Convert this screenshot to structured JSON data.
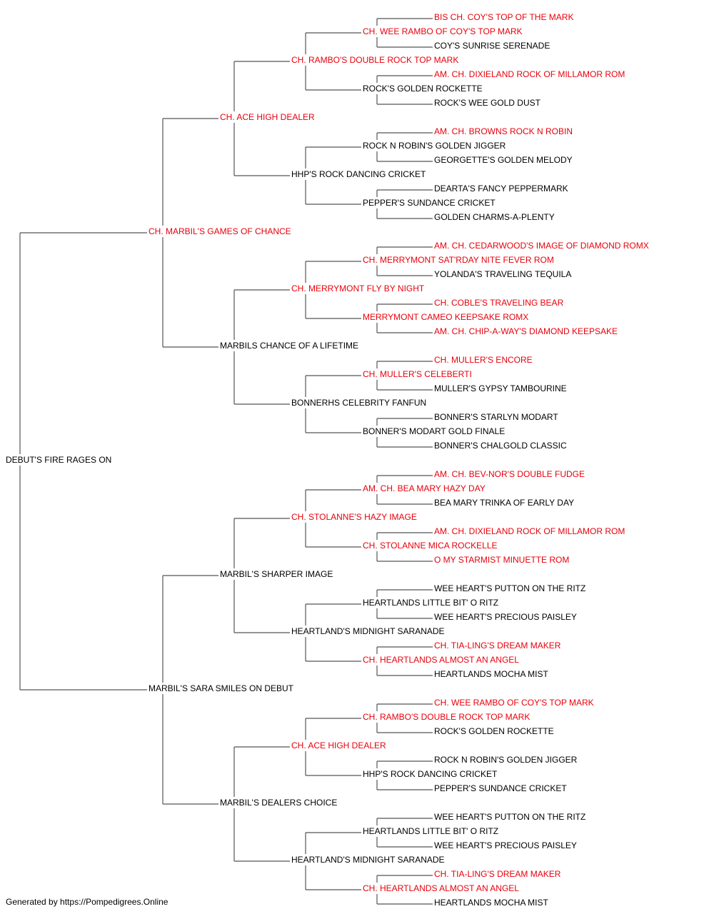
{
  "colors": {
    "champion": "#e8000b",
    "normal": "#000000",
    "line": "#555555"
  },
  "pedigree": {
    "subject": {
      "name": "DEBUT'S FIRE RAGES ON",
      "ch": false
    },
    "sire": {
      "name": "CH. MARBIL'S GAMES OF CHANCE",
      "ch": true
    },
    "dam": {
      "name": "MARBIL'S SARA SMILES ON DEBUT",
      "ch": false
    },
    "gen2": [
      {
        "name": "CH. ACE HIGH DEALER",
        "ch": true
      },
      {
        "name": "MARBILS CHANCE OF A LIFETIME",
        "ch": false
      },
      {
        "name": "MARBIL'S SHARPER IMAGE",
        "ch": false
      },
      {
        "name": "MARBIL'S DEALERS CHOICE",
        "ch": false
      }
    ],
    "gen3": [
      {
        "name": "CH. RAMBO'S DOUBLE ROCK TOP MARK",
        "ch": true
      },
      {
        "name": "HHP'S ROCK DANCING CRICKET",
        "ch": false
      },
      {
        "name": "CH. MERRYMONT FLY BY NIGHT",
        "ch": true
      },
      {
        "name": "BONNERHS CELEBRITY FANFUN",
        "ch": false
      },
      {
        "name": "CH. STOLANNE'S HAZY IMAGE",
        "ch": true
      },
      {
        "name": "HEARTLAND'S MIDNIGHT SARANADE",
        "ch": false
      },
      {
        "name": "CH. ACE HIGH DEALER",
        "ch": true
      },
      {
        "name": "HEARTLAND'S MIDNIGHT SARANADE",
        "ch": false
      }
    ],
    "gen4": [
      {
        "name": "CH. WEE RAMBO OF COY'S TOP MARK",
        "ch": true
      },
      {
        "name": "ROCK'S GOLDEN ROCKETTE",
        "ch": false
      },
      {
        "name": "ROCK N ROBIN'S GOLDEN JIGGER",
        "ch": false
      },
      {
        "name": "PEPPER'S SUNDANCE CRICKET",
        "ch": false
      },
      {
        "name": "CH. MERRYMONT SAT'RDAY NITE FEVER ROM",
        "ch": true
      },
      {
        "name": "MERRYMONT CAMEO KEEPSAKE ROMX",
        "ch": true
      },
      {
        "name": "CH. MULLER'S CELEBERTI",
        "ch": true
      },
      {
        "name": "BONNER'S MODART GOLD FINALE",
        "ch": false
      },
      {
        "name": "AM. CH. BEA MARY HAZY DAY",
        "ch": true
      },
      {
        "name": "CH. STOLANNE MICA ROCKELLE",
        "ch": true
      },
      {
        "name": "HEARTLANDS LITTLE BIT' O RITZ",
        "ch": false
      },
      {
        "name": "CH. HEARTLANDS ALMOST AN ANGEL",
        "ch": true
      },
      {
        "name": "CH. RAMBO'S DOUBLE ROCK TOP MARK",
        "ch": true
      },
      {
        "name": "HHP'S ROCK DANCING CRICKET",
        "ch": false
      },
      {
        "name": "HEARTLANDS LITTLE BIT' O RITZ",
        "ch": false
      },
      {
        "name": "CH. HEARTLANDS ALMOST AN ANGEL",
        "ch": true
      }
    ],
    "gen5": [
      {
        "name": "BIS CH. COY'S TOP OF THE MARK",
        "ch": true
      },
      {
        "name": "COY'S SUNRISE SERENADE",
        "ch": false
      },
      {
        "name": "AM. CH. DIXIELAND ROCK OF MILLAMOR ROM",
        "ch": true
      },
      {
        "name": "ROCK'S WEE GOLD DUST",
        "ch": false
      },
      {
        "name": "AM. CH. BROWNS ROCK N ROBIN",
        "ch": true
      },
      {
        "name": "GEORGETTE'S GOLDEN MELODY",
        "ch": false
      },
      {
        "name": "DEARTA'S FANCY PEPPERMARK",
        "ch": false
      },
      {
        "name": "GOLDEN CHARMS-A-PLENTY",
        "ch": false
      },
      {
        "name": "AM. CH. CEDARWOOD'S IMAGE OF DIAMOND ROMX",
        "ch": true
      },
      {
        "name": "YOLANDA'S TRAVELING TEQUILA",
        "ch": false
      },
      {
        "name": "CH. COBLE'S TRAVELING BEAR",
        "ch": true
      },
      {
        "name": "AM. CH. CHIP-A-WAY'S DIAMOND KEEPSAKE",
        "ch": true
      },
      {
        "name": "CH. MULLER'S ENCORE",
        "ch": true
      },
      {
        "name": "MULLER'S GYPSY TAMBOURINE",
        "ch": false
      },
      {
        "name": "BONNER'S STARLYN MODART",
        "ch": false
      },
      {
        "name": "BONNER'S CHALGOLD CLASSIC",
        "ch": false
      },
      {
        "name": "AM. CH. BEV-NOR'S DOUBLE FUDGE",
        "ch": true
      },
      {
        "name": "BEA MARY TRINKA OF EARLY DAY",
        "ch": false
      },
      {
        "name": "AM. CH. DIXIELAND ROCK OF MILLAMOR ROM",
        "ch": true
      },
      {
        "name": "O MY STARMIST MINUETTE ROM",
        "ch": true
      },
      {
        "name": "WEE HEART'S PUTTON ON THE RITZ",
        "ch": false
      },
      {
        "name": "WEE HEART'S PRECIOUS PAISLEY",
        "ch": false
      },
      {
        "name": "CH. TIA-LING'S DREAM MAKER",
        "ch": true
      },
      {
        "name": "HEARTLANDS MOCHA MIST",
        "ch": false
      },
      {
        "name": "CH. WEE RAMBO OF COY'S TOP MARK",
        "ch": true
      },
      {
        "name": "ROCK'S GOLDEN ROCKETTE",
        "ch": false
      },
      {
        "name": "ROCK N ROBIN'S GOLDEN JIGGER",
        "ch": false
      },
      {
        "name": "PEPPER'S SUNDANCE CRICKET",
        "ch": false
      },
      {
        "name": "WEE HEART'S PUTTON ON THE RITZ",
        "ch": false
      },
      {
        "name": "WEE HEART'S PRECIOUS PAISLEY",
        "ch": false
      },
      {
        "name": "CH. TIA-LING'S DREAM MAKER",
        "ch": true
      },
      {
        "name": "HEARTLANDS MOCHA MIST",
        "ch": false
      }
    ]
  },
  "footer": {
    "text": "Generated by https://Pompedigrees.Online"
  }
}
